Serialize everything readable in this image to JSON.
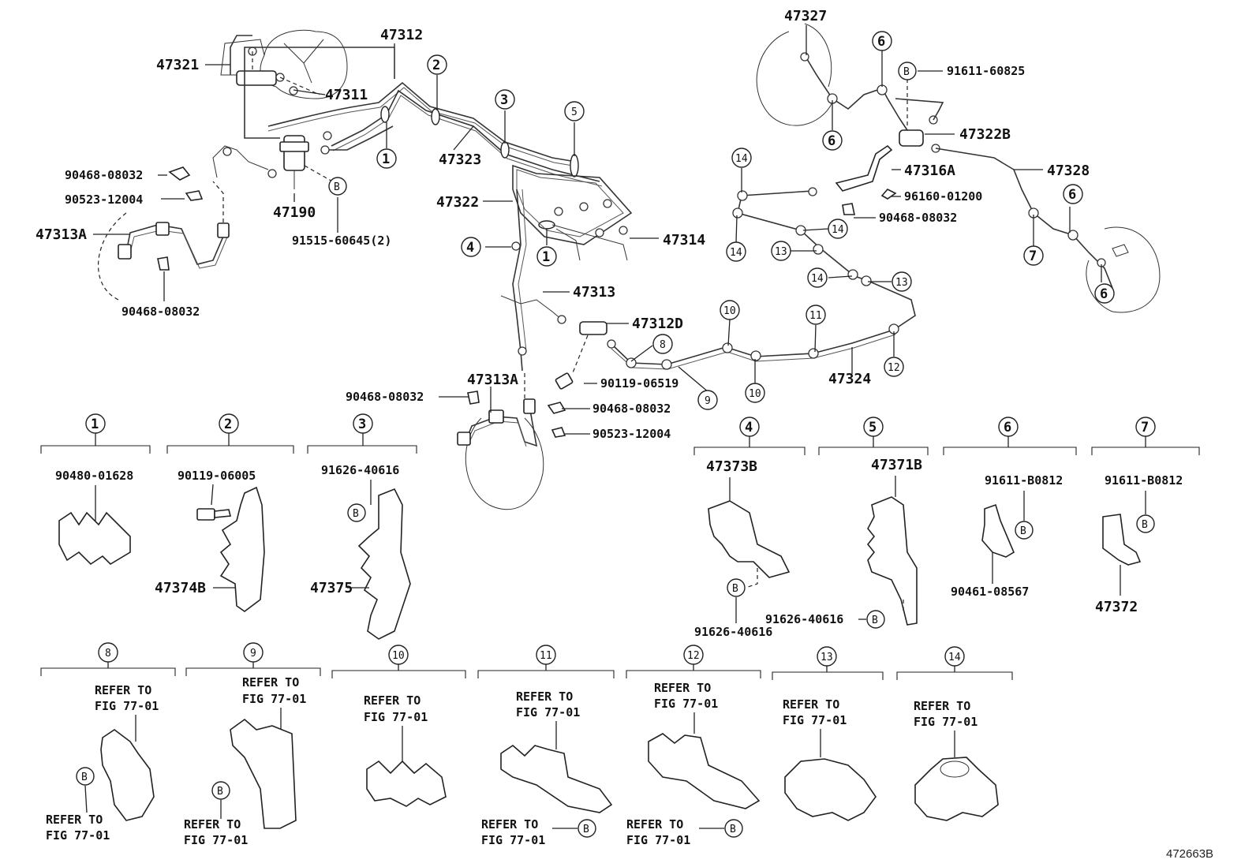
{
  "figure_code": "472663B",
  "callouts": {
    "p47327": "47327",
    "p91611_60825": "91611-60825",
    "p47322B": "47322B",
    "p47316A": "47316A",
    "p47328": "47328",
    "p96160_01200": "96160-01200",
    "p90468_08032_r": "90468-08032",
    "p47321": "47321",
    "p47311": "47311",
    "p47312": "47312",
    "p47323": "47323",
    "p47322": "47322",
    "p47314": "47314",
    "p47313": "47313",
    "p47312D": "47312D",
    "p90119_06519": "90119-06519",
    "p90468_08032_m": "90468-08032",
    "p90523_12004_m": "90523-12004",
    "p47313A_m": "47313A",
    "p90468_08032_l": "90468-08032",
    "p90523_12004_l": "90523-12004",
    "p47313A_l": "47313A",
    "p90468_08032_lb": "90468-08032",
    "p47190": "47190",
    "p91515_60645": "91515-60645(2)",
    "p90468_08032_mm": "90468-08032",
    "p47324": "47324"
  },
  "clip_groups": [
    {
      "id": "1",
      "parts": [
        "90480-01628"
      ]
    },
    {
      "id": "2",
      "parts": [
        "90119-06005",
        "47374B"
      ]
    },
    {
      "id": "3",
      "parts": [
        "91626-40616",
        "47375"
      ]
    },
    {
      "id": "4",
      "parts": [
        "47373B",
        "91626-40616"
      ]
    },
    {
      "id": "5",
      "parts": [
        "47371B",
        "91626-40616"
      ]
    },
    {
      "id": "6",
      "parts": [
        "91611-B0812",
        "90461-08567"
      ]
    },
    {
      "id": "7",
      "parts": [
        "91611-B0812",
        "47372"
      ]
    },
    {
      "id": "8",
      "refer": [
        "REFER TO",
        "FIG 77-01"
      ]
    },
    {
      "id": "9",
      "refer": [
        "REFER TO",
        "FIG 77-01"
      ]
    },
    {
      "id": "10",
      "refer": [
        "REFER TO",
        "FIG 77-01"
      ]
    },
    {
      "id": "11",
      "refer": [
        "REFER TO",
        "FIG 77-01"
      ]
    },
    {
      "id": "12",
      "refer": [
        "REFER TO",
        "FIG 77-01"
      ]
    },
    {
      "id": "13",
      "refer": [
        "REFER TO",
        "FIG 77-01"
      ]
    },
    {
      "id": "14",
      "refer": [
        "REFER TO",
        "FIG 77-01"
      ]
    }
  ],
  "marker_b": "B",
  "markers": {
    "m1": "1",
    "m2": "2",
    "m3": "3",
    "m4": "4",
    "m5": "5",
    "m6": "6",
    "m7": "7",
    "m8": "8",
    "m9": "9",
    "m10": "10",
    "m11": "11",
    "m12": "12",
    "m13": "13",
    "m14": "14"
  }
}
